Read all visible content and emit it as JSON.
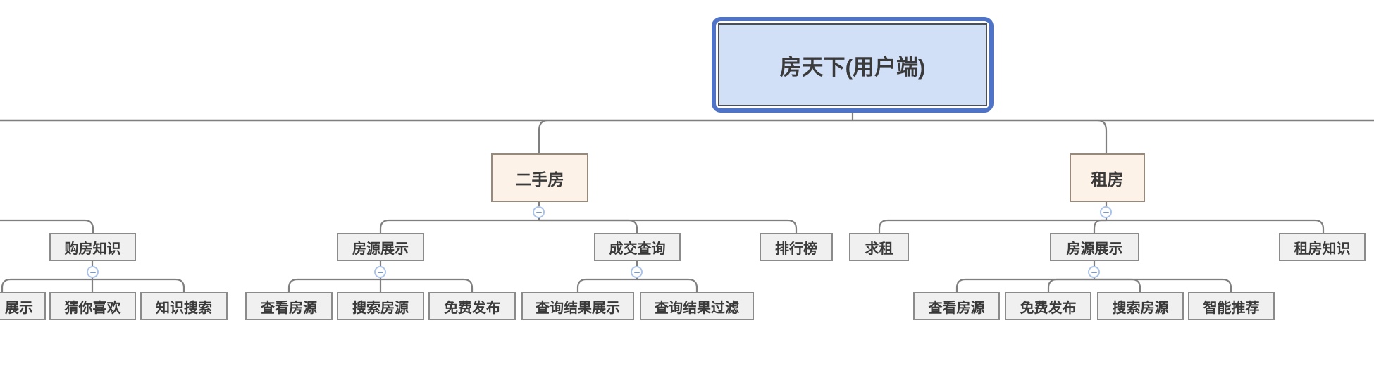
{
  "app": {
    "type": "mindmap-canvas",
    "description": "product feature tree diagram"
  },
  "icons": {
    "collapse": "minus-in-circle"
  },
  "colors": {
    "canvas_bg": "#ffffff",
    "line_color": "#7f7f7f",
    "text_color": "#3a3a3a",
    "node_fill": "#f0f0f0",
    "node_border": "#8b8b8b",
    "branch_fill": "#fdf2e8",
    "branch_border": "#97897c",
    "root_fill": "#d2e0f7",
    "root_border": "#4f74c7",
    "root_inner_line": "#4b4f56",
    "collapse_border": "#abc3e8",
    "collapse_dash": "#8096bb"
  },
  "nodes": [
    {
      "id": "root",
      "label": "房天下(用户端)",
      "level": 0,
      "parent": null,
      "has_collapse_toggle": false
    },
    {
      "id": "secondhand-house",
      "label": "二手房",
      "level": 1,
      "parent": "root",
      "has_collapse_toggle": true
    },
    {
      "id": "rent-house",
      "label": "租房",
      "level": 1,
      "parent": "root",
      "has_collapse_toggle": true
    },
    {
      "id": "buying-knowledge",
      "label": "购房知识",
      "level": 2,
      "parent": null,
      "has_collapse_toggle": true
    },
    {
      "id": "listing-display",
      "label": "房源展示",
      "level": 2,
      "parent": "secondhand-house",
      "has_collapse_toggle": true
    },
    {
      "id": "deal-query",
      "label": "成交查询",
      "level": 2,
      "parent": "secondhand-house",
      "has_collapse_toggle": true
    },
    {
      "id": "ranking",
      "label": "排行榜",
      "level": 2,
      "parent": "secondhand-house",
      "has_collapse_toggle": false
    },
    {
      "id": "seek-rent",
      "label": "求租",
      "level": 2,
      "parent": "rent-house",
      "has_collapse_toggle": false
    },
    {
      "id": "rent-listing-display",
      "label": "房源展示",
      "level": 2,
      "parent": "rent-house",
      "has_collapse_toggle": true
    },
    {
      "id": "rent-knowledge",
      "label": "租房知识",
      "level": 2,
      "parent": "rent-house",
      "has_collapse_toggle": false
    },
    {
      "id": "display-clipped",
      "label": "展示",
      "level": 3,
      "parent": "buying-knowledge",
      "has_collapse_toggle": false
    },
    {
      "id": "guess-you-like",
      "label": "猜你喜欢",
      "level": 3,
      "parent": "buying-knowledge",
      "has_collapse_toggle": false
    },
    {
      "id": "knowledge-search",
      "label": "知识搜索",
      "level": 3,
      "parent": "buying-knowledge",
      "has_collapse_toggle": false
    },
    {
      "id": "view-listings",
      "label": "查看房源",
      "level": 3,
      "parent": "listing-display",
      "has_collapse_toggle": false
    },
    {
      "id": "search-listings",
      "label": "搜索房源",
      "level": 3,
      "parent": "listing-display",
      "has_collapse_toggle": false
    },
    {
      "id": "free-publish",
      "label": "免费发布",
      "level": 3,
      "parent": "listing-display",
      "has_collapse_toggle": false
    },
    {
      "id": "query-result-display",
      "label": "查询结果展示",
      "level": 3,
      "parent": "deal-query",
      "has_collapse_toggle": false
    },
    {
      "id": "query-result-filter",
      "label": "查询结果过滤",
      "level": 3,
      "parent": "deal-query",
      "has_collapse_toggle": false
    },
    {
      "id": "rent-view-listings",
      "label": "查看房源",
      "level": 3,
      "parent": "rent-listing-display",
      "has_collapse_toggle": false
    },
    {
      "id": "rent-free-publish",
      "label": "免费发布",
      "level": 3,
      "parent": "rent-listing-display",
      "has_collapse_toggle": false
    },
    {
      "id": "rent-search-listings",
      "label": "搜索房源",
      "level": 3,
      "parent": "rent-listing-display",
      "has_collapse_toggle": false
    },
    {
      "id": "smart-recommend",
      "label": "智能推荐",
      "level": 3,
      "parent": "rent-listing-display",
      "has_collapse_toggle": false
    }
  ]
}
